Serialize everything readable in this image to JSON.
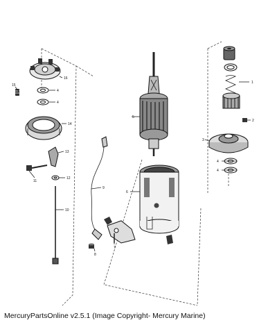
{
  "callouts": {
    "c1": "1",
    "c2": "2",
    "c3": "3",
    "c4a": "4",
    "c4b": "4",
    "c4c": "4",
    "c4d": "4",
    "c5": "5",
    "c6": "6",
    "c7": "7",
    "c8": "8",
    "c9": "9",
    "c10": "10",
    "c11": "11",
    "c12": "12",
    "c13": "13",
    "c14": "14",
    "c15": "15",
    "c16": "16"
  },
  "footer": "MercuryPartsOnline v2.5.1 (Image Copyright- Mercury Marine)"
}
